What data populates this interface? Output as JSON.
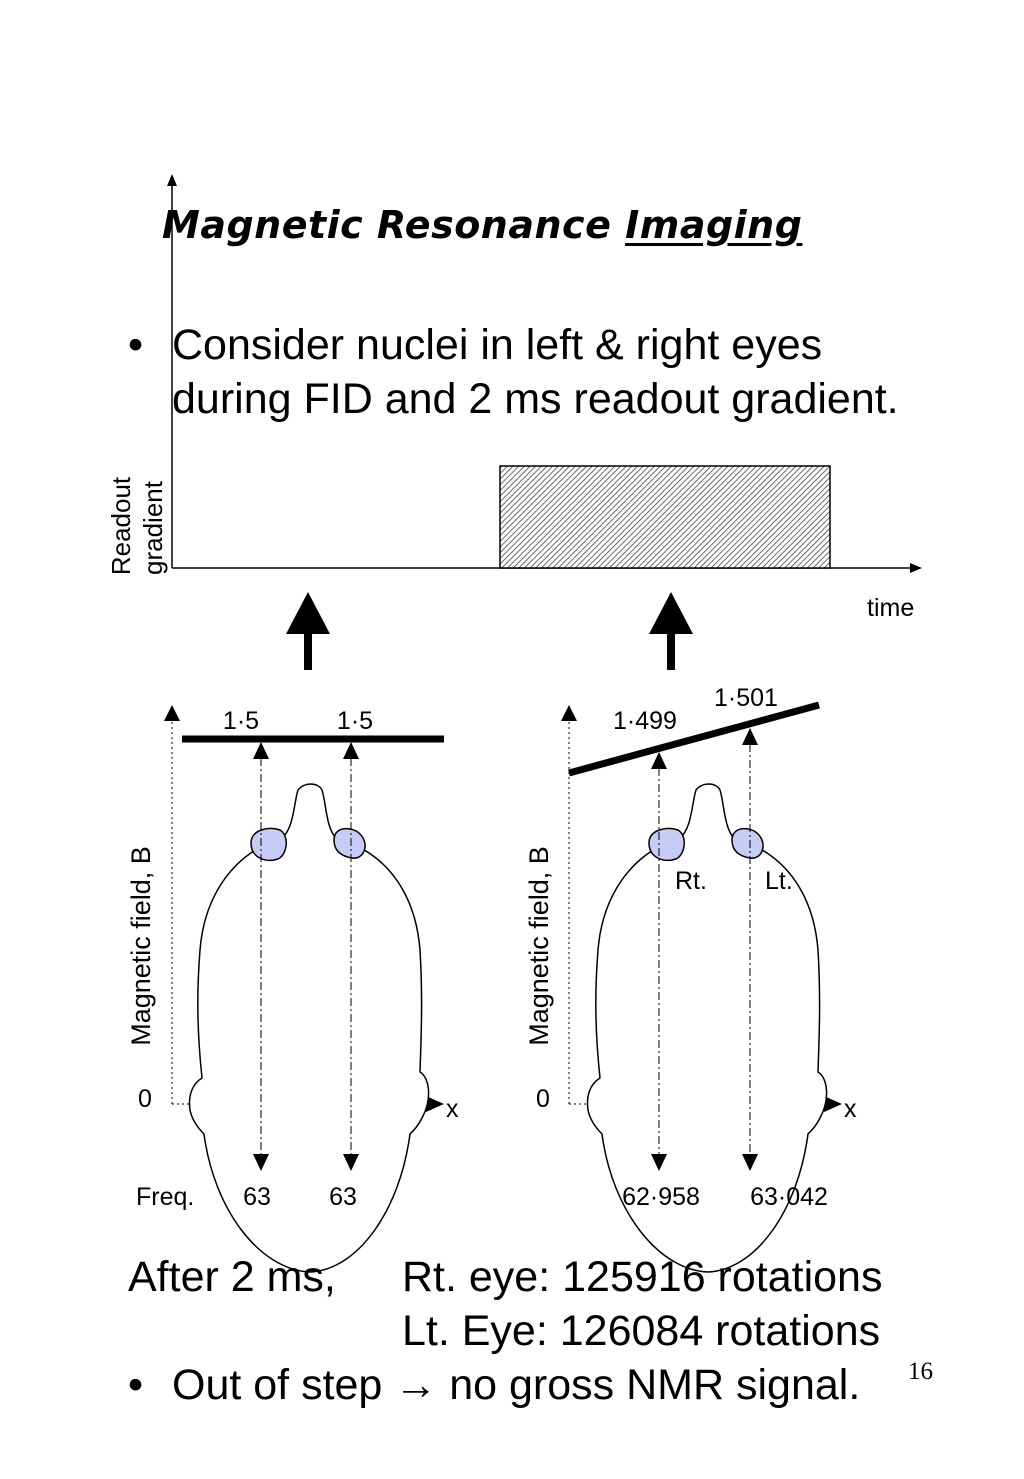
{
  "title": {
    "main": "Magnetic Resonance ",
    "underlined": "Imaging"
  },
  "bullet1": {
    "line1": "Consider nuclei in left & right eyes",
    "line2": "during FID and 2 ms readout gradient."
  },
  "timing": {
    "ylabel_line1": "Readout",
    "ylabel_line2": "gradient",
    "xlabel": "time"
  },
  "left_panel": {
    "ylabel": "Magnetic field, B",
    "zero": "0",
    "xlabel": "x",
    "field_left": "1·5",
    "field_right": "1·5",
    "freq_label": "Freq.",
    "freq_left": "63",
    "freq_right": "63"
  },
  "right_panel": {
    "ylabel": "Magnetic field, B",
    "zero": "0",
    "xlabel": "x",
    "field_left": "1·499",
    "field_right": "1·501",
    "eye_left_label": "Rt.",
    "eye_right_label": "Lt.",
    "freq_left": "62·958",
    "freq_right": "63·042"
  },
  "result": {
    "prefix": "After 2 ms,",
    "rt": "Rt. eye: 125916 rotations",
    "lt": "Lt. Eye: 126084 rotations"
  },
  "bullet2": {
    "text": "Out of step → no gross NMR signal."
  },
  "page_number": "16",
  "colors": {
    "eye_fill": "#c8ccf4"
  }
}
